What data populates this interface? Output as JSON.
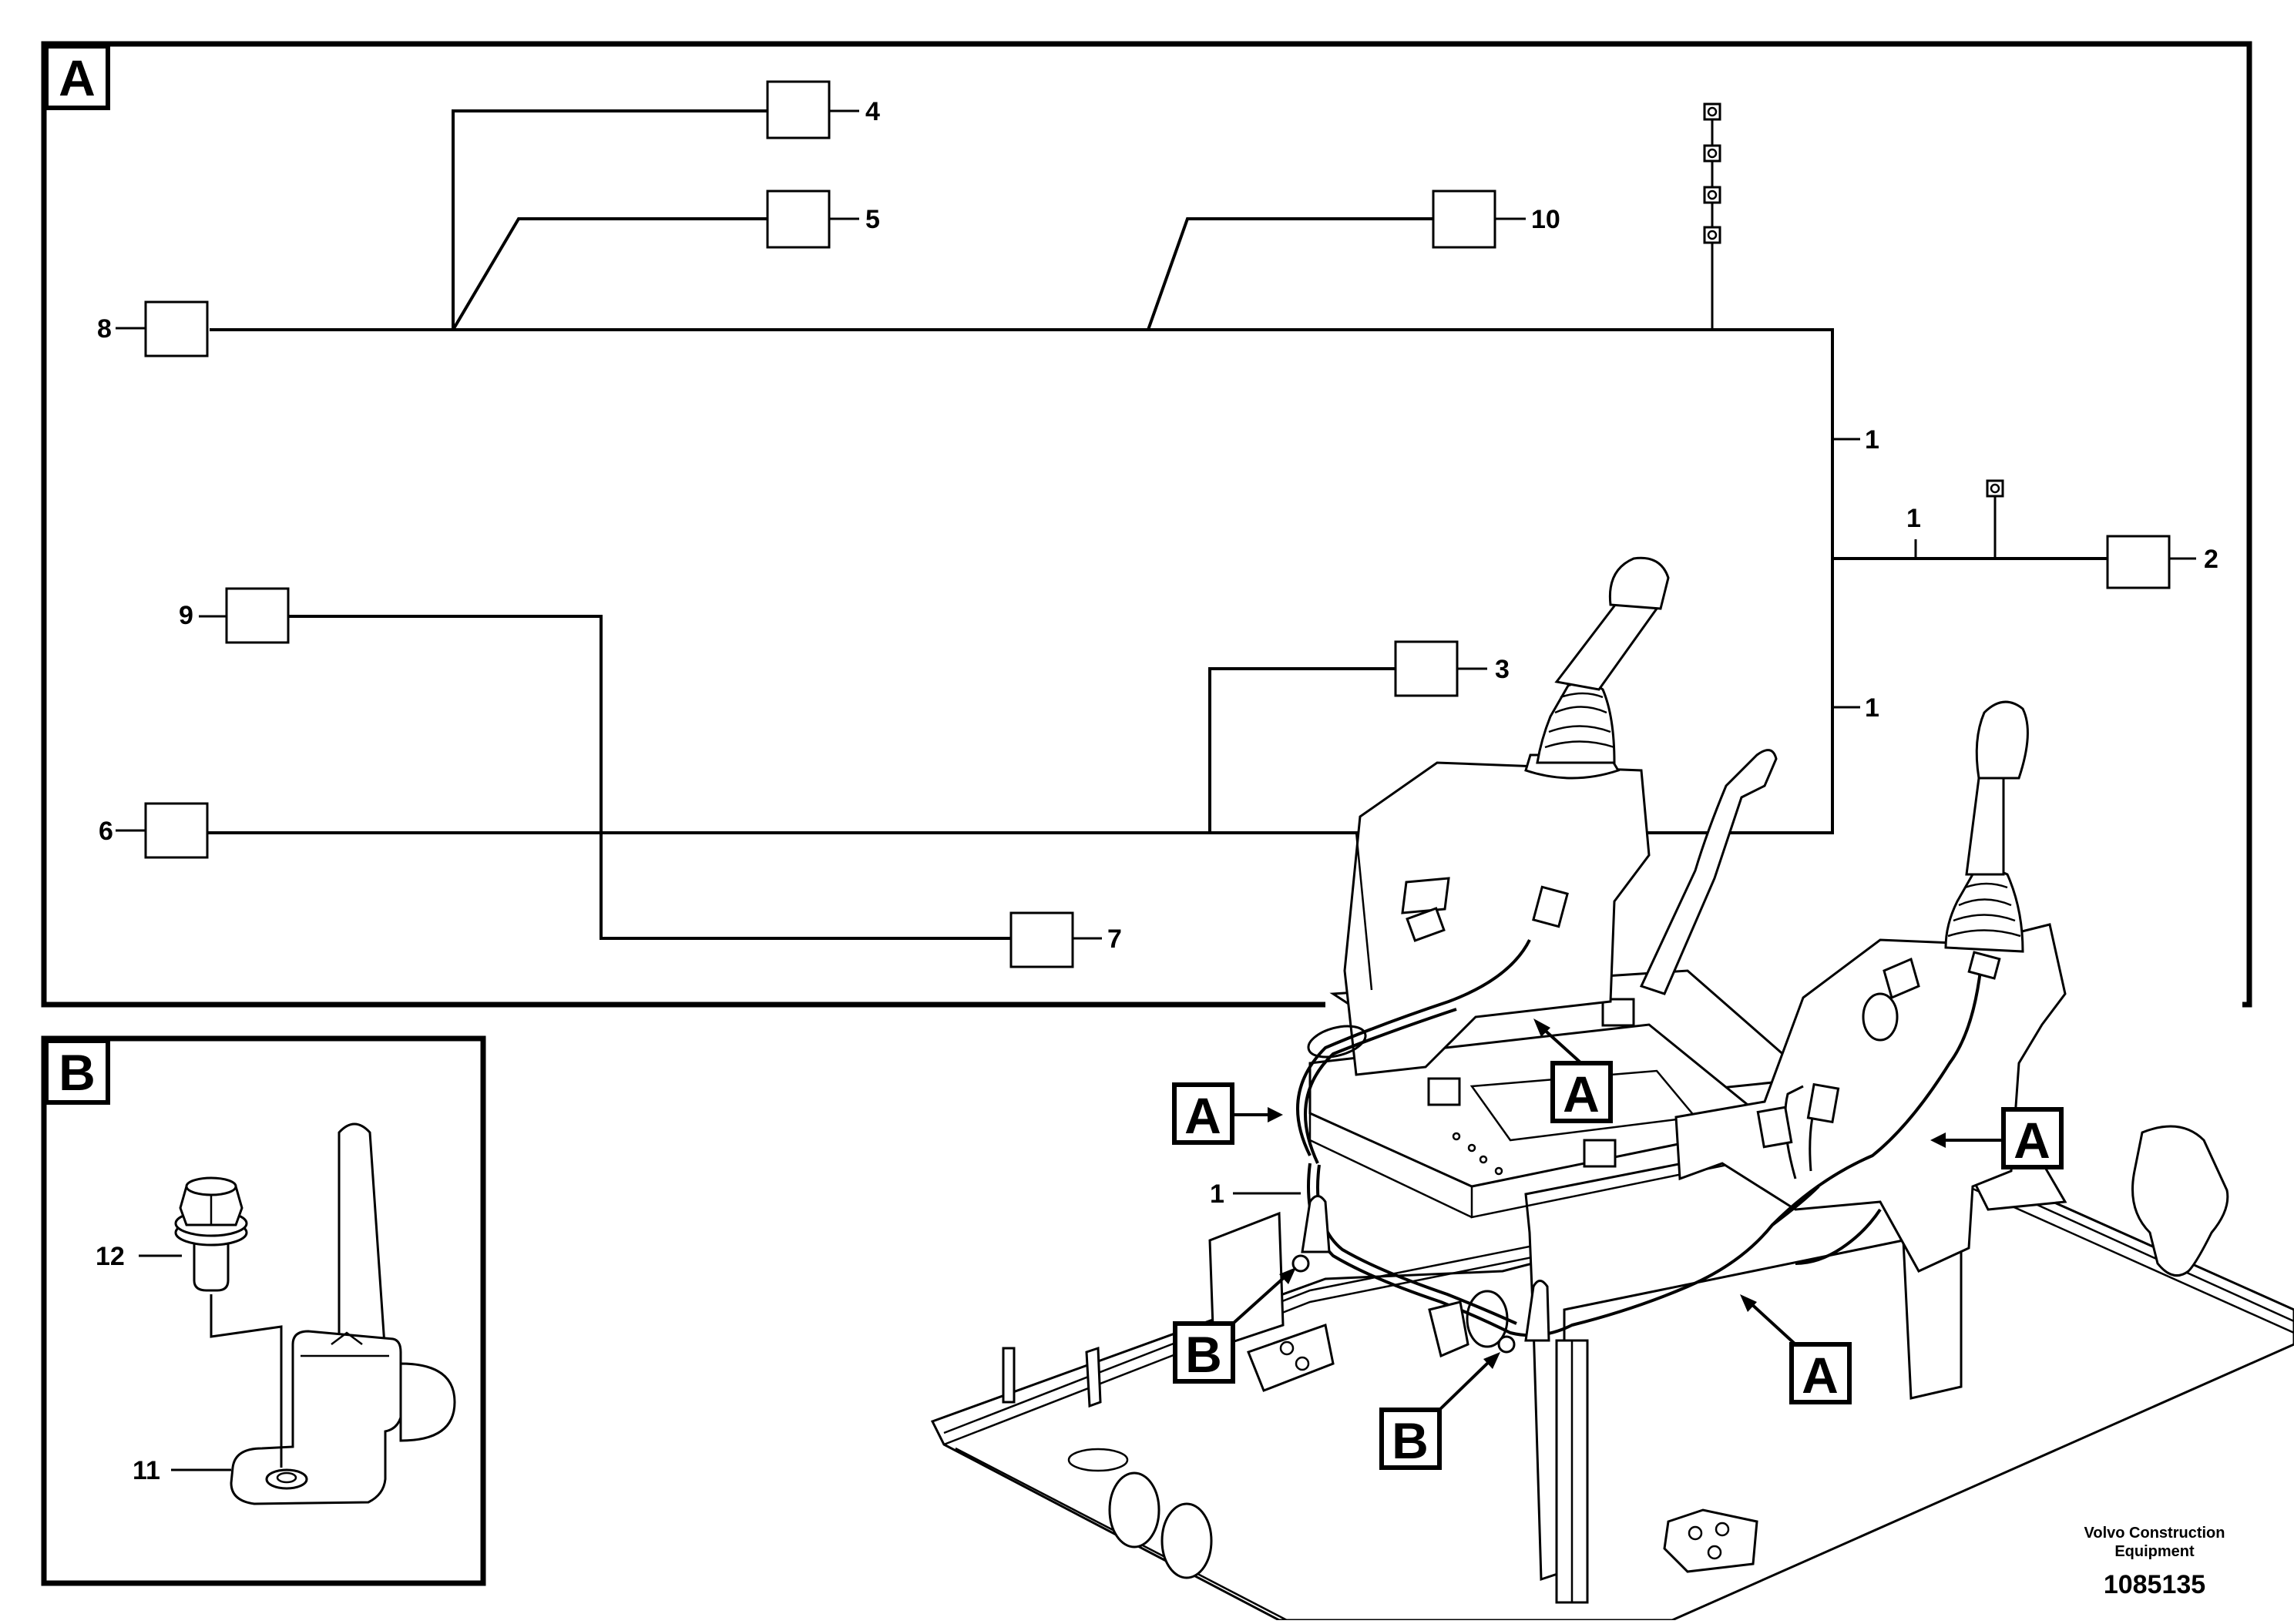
{
  "diagram": {
    "panel_a": {
      "tag": "A",
      "items": {
        "i1a": "1",
        "i1b": "1",
        "i1c": "1",
        "i2": "2",
        "i3": "3",
        "i4": "4",
        "i5": "5",
        "i6": "6",
        "i7": "7",
        "i8": "8",
        "i9": "9",
        "i10": "10"
      }
    },
    "panel_b": {
      "tag": "B",
      "items": {
        "i11": "11",
        "i12": "12"
      }
    },
    "assembly": {
      "callouts": {
        "a1": "A",
        "a2": "A",
        "a3": "A",
        "a4": "A",
        "b1": "B",
        "b2": "B"
      },
      "item_label": "1"
    },
    "footer": {
      "brand_line1": "Volvo Construction",
      "brand_line2": "Equipment",
      "doc_number": "1085135"
    }
  }
}
